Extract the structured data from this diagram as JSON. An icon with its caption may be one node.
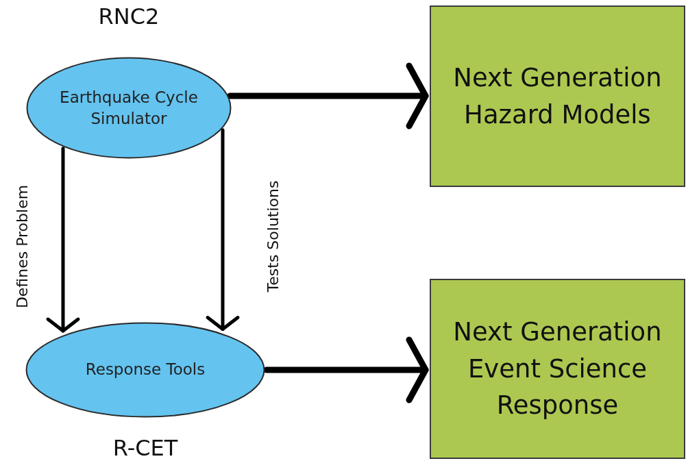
{
  "diagram": {
    "nodes": [
      {
        "text": [
          "RNC2",
          "Earthquake Cycle Simulator"
        ]
      },
      {
        "text": [
          "Next Generation Hazard Models"
        ]
      },
      {
        "text": [
          "Response Tools",
          "R-CET"
        ]
      },
      {
        "text": [
          "Next Generation Event Science Response"
        ]
      }
    ],
    "edges": [
      {
        "from": 0,
        "to": 1,
        "arrow": "to",
        "style": "thick"
      },
      {
        "from": 0,
        "to": 2,
        "arrow": "to",
        "label": "Defines Problem"
      },
      {
        "from": 0,
        "to": 2,
        "arrow": "to",
        "label": "Tests Solutions"
      },
      {
        "from": 2,
        "to": 3,
        "arrow": "to",
        "style": "thick"
      }
    ]
  }
}
